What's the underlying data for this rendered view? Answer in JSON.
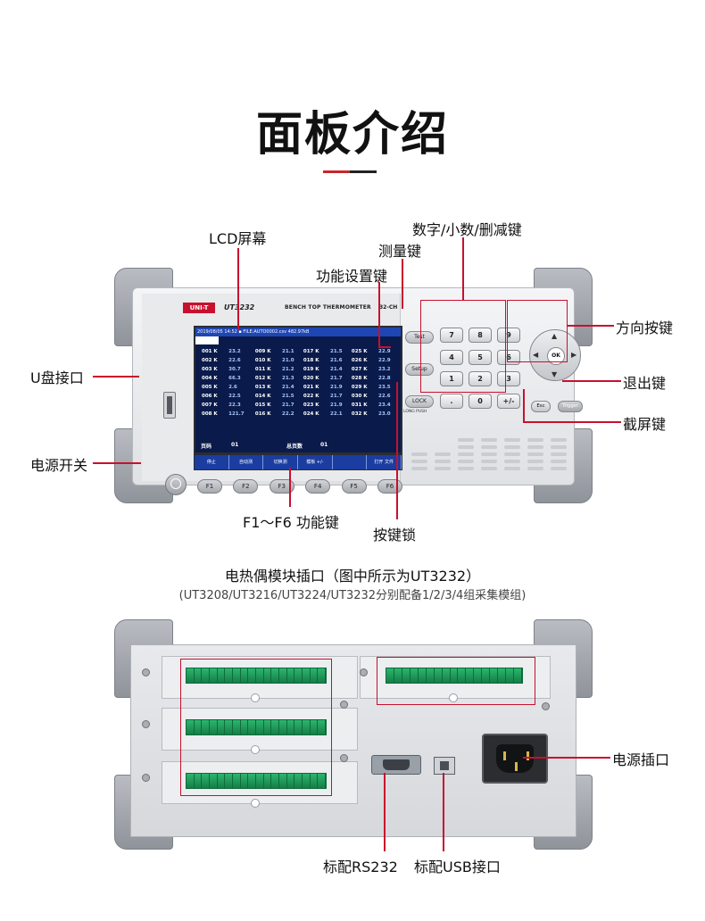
{
  "title": "面板介绍",
  "front_labels": {
    "lcd": "LCD屏幕",
    "numeric_keys": "数字/小数/删减键",
    "measure_key": "测量键",
    "func_setup_key": "功能设置键",
    "usb_port": "U盘接口",
    "power_switch": "电源开关",
    "arrow_keys": "方向按键",
    "esc_key": "退出键",
    "screenshot_key": "截屏键",
    "f_keys": "F1～F6 功能键",
    "key_lock": "按键锁"
  },
  "device": {
    "brand": "UNI-T",
    "model": "UT3232",
    "subtitle": "BENCH TOP THERMOMETER",
    "channels": "32-CH",
    "lcd_status": "2019/08/05 14:52  ▪ FILE:AUTO0002.csv  482.97kB",
    "lcd_rows": [
      [
        "001 K",
        "23.2",
        "009 K",
        "21.1",
        "017 K",
        "21.5",
        "025 K",
        "22.9"
      ],
      [
        "002 K",
        "22.6",
        "010 K",
        "21.0",
        "018 K",
        "21.6",
        "026 K",
        "22.9"
      ],
      [
        "003 K",
        "30.7",
        "011 K",
        "21.2",
        "019 K",
        "21.4",
        "027 K",
        "23.2"
      ],
      [
        "004 K",
        "66.3",
        "012 K",
        "21.3",
        "020 K",
        "21.7",
        "028 K",
        "22.8"
      ],
      [
        "005 K",
        "2.6",
        "013 K",
        "21.4",
        "021 K",
        "21.9",
        "029 K",
        "23.5"
      ],
      [
        "006 K",
        "22.5",
        "014 K",
        "21.5",
        "022 K",
        "21.7",
        "030 K",
        "22.6"
      ],
      [
        "007 K",
        "22.3",
        "015 K",
        "21.7",
        "023 K",
        "21.9",
        "031 K",
        "23.4"
      ],
      [
        "008 K",
        "121.7",
        "016 K",
        "22.2",
        "024 K",
        "22.1",
        "032 K",
        "23.0"
      ]
    ],
    "page_label": "页码",
    "page_value": "01",
    "total_pages_label": "总页数",
    "total_pages_value": "01",
    "softkeys": [
      "停止",
      "自动测",
      "切换测",
      "模板 +/-",
      "",
      "打开 文件"
    ],
    "fkeys": [
      "F1",
      "F2",
      "F3",
      "F4",
      "F5",
      "F6"
    ],
    "test_btn": "Test",
    "setup_btn": "Setup",
    "lock_btn": "LOCK",
    "lock_note": "LONG PUSH",
    "numkeys": [
      "7",
      "8",
      "9",
      "4",
      "5",
      "6",
      "1",
      "2",
      "3",
      ".",
      "0",
      "+/-"
    ],
    "ok_btn": "OK",
    "esc_btn": "Esc",
    "trigger_btn": "Trigger"
  },
  "rear_heading": {
    "line1": "电热偶模块插口（图中所示为UT3232）",
    "line2": "(UT3208/UT3216/UT3224/UT3232分别配备1/2/3/4组采集模组)"
  },
  "rear_labels": {
    "power_inlet": "电源插口",
    "rs232": "标配RS232",
    "usb": "标配USB接口"
  },
  "colors": {
    "accent": "#c8102e",
    "lcd_bg": "#0a1a4a",
    "terminal": "#1e9b5b"
  }
}
